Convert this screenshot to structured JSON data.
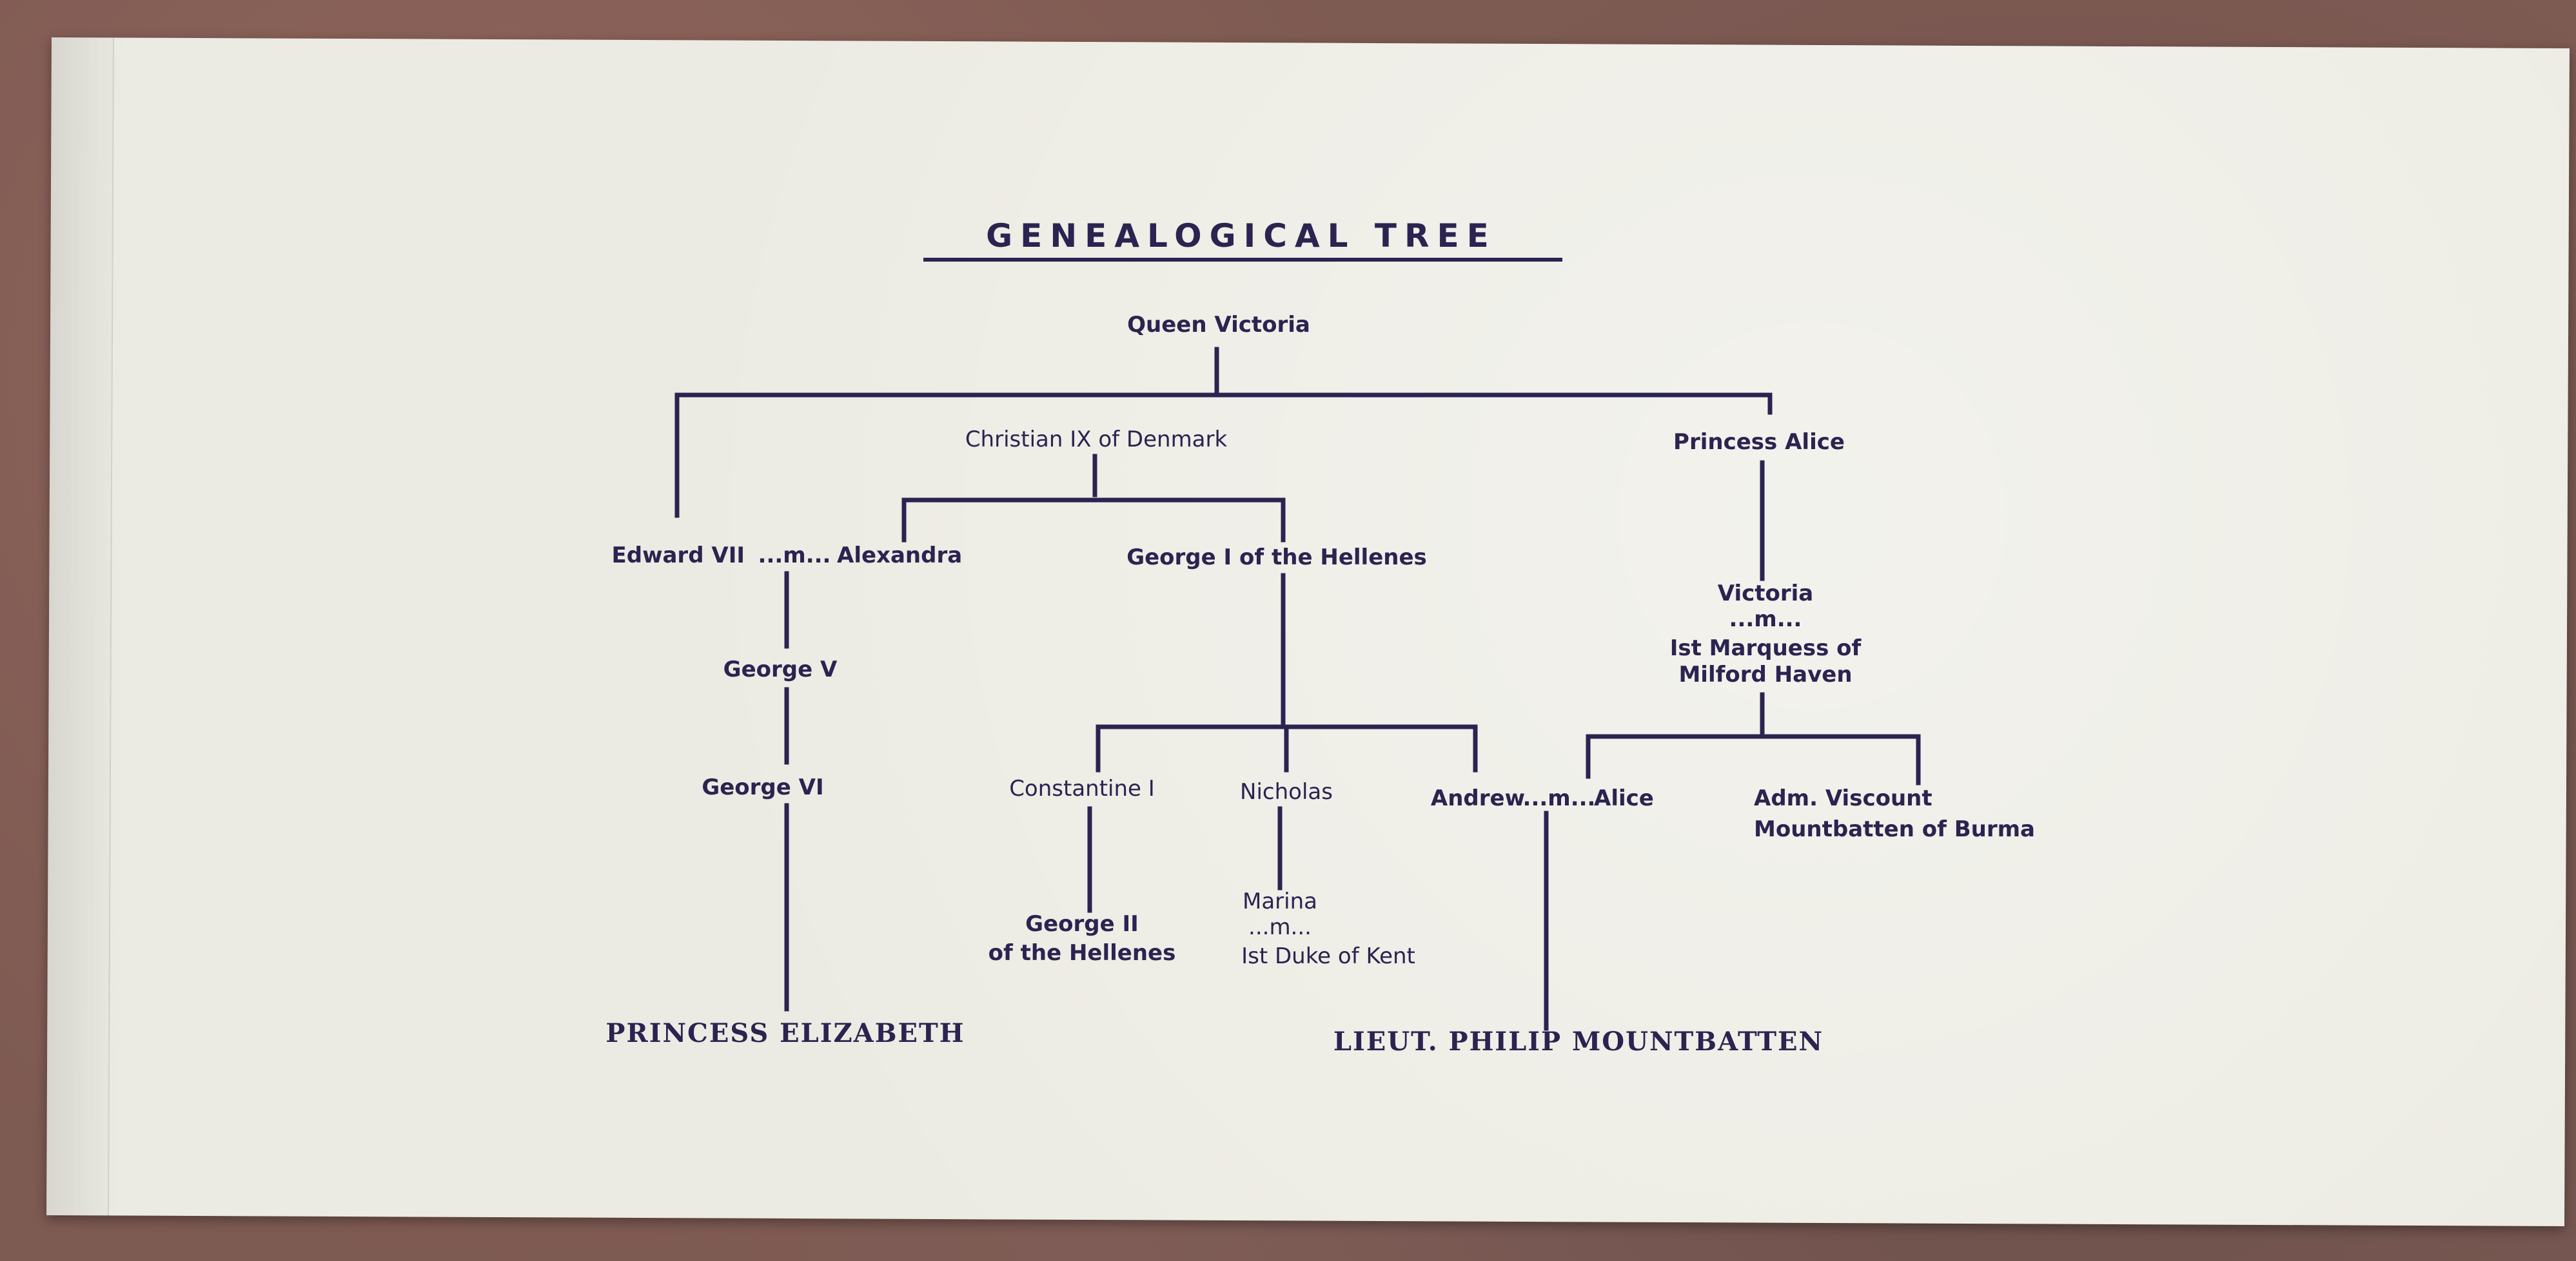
{
  "title": "GENEALOGICAL TREE",
  "people": {
    "queen_victoria": "Queen Victoria",
    "christian_ix": "Christian IX of Denmark",
    "princess_alice": "Princess Alice",
    "edward_vii": "Edward VII",
    "married_inline": "...m...",
    "alexandra": "Alexandra",
    "george_i": "George I of the Hellenes",
    "victoria": "Victoria",
    "married_stacked": "...m...",
    "marquess_line1": "Ist Marquess of",
    "marquess_line2": "Milford Haven",
    "george_v": "George V",
    "george_vi": "George VI",
    "constantine_i": "Constantine I",
    "nicholas": "Nicholas",
    "andrew": "Andrew",
    "alice": "Alice",
    "mountbatten_line1": "Adm. Viscount",
    "mountbatten_line2": "Mountbatten of Burma",
    "george_ii_line1": "George II",
    "george_ii_line2": "of the Hellenes",
    "marina": "Marina",
    "marina_married": "...m...",
    "duke_kent": "Ist Duke of Kent",
    "princess_elizabeth": "PRINCESS ELIZABETH",
    "lieut_philip": "LIEUT. PHILIP MOUNTBATTEN"
  },
  "colors": {
    "ink": "#2b2350",
    "paper": "#ecebe3",
    "background": "#7d5a52"
  }
}
